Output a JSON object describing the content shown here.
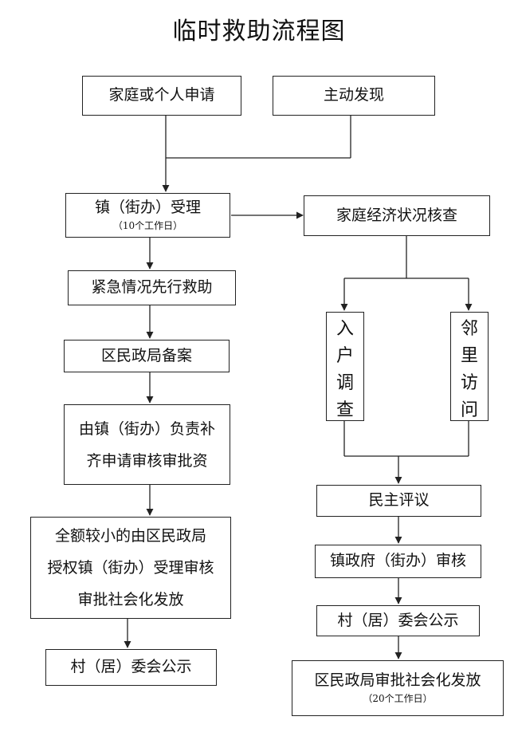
{
  "title": "临时救助流程图",
  "nodes": {
    "apply": "家庭或个人申请",
    "discover": "主动发现",
    "accept": {
      "label": "镇（街办）受理",
      "note": "（10个工作日）"
    },
    "verify": "家庭经济状况核查",
    "emergency": "紧急情况先行救助",
    "filing": "区民政局备案",
    "supplement": [
      "由镇（街办）负责补",
      "齐申请审核审批资"
    ],
    "small_amount": [
      "全额较小的由区民政局",
      "授权镇（街办）受理审核",
      "审批社会化发放"
    ],
    "publicize_left": "村（居）委会公示",
    "household_visit": [
      "入",
      "户",
      "调",
      "查"
    ],
    "neighbor_visit": [
      "邻",
      "里",
      "访",
      "问"
    ],
    "democratic_review": "民主评议",
    "town_review": "镇政府（街办）审核",
    "publicize_right": "村（居）委会公示",
    "district_approve": {
      "label": "区民政局审批社会化发放",
      "note": "（20个工作日）"
    }
  }
}
